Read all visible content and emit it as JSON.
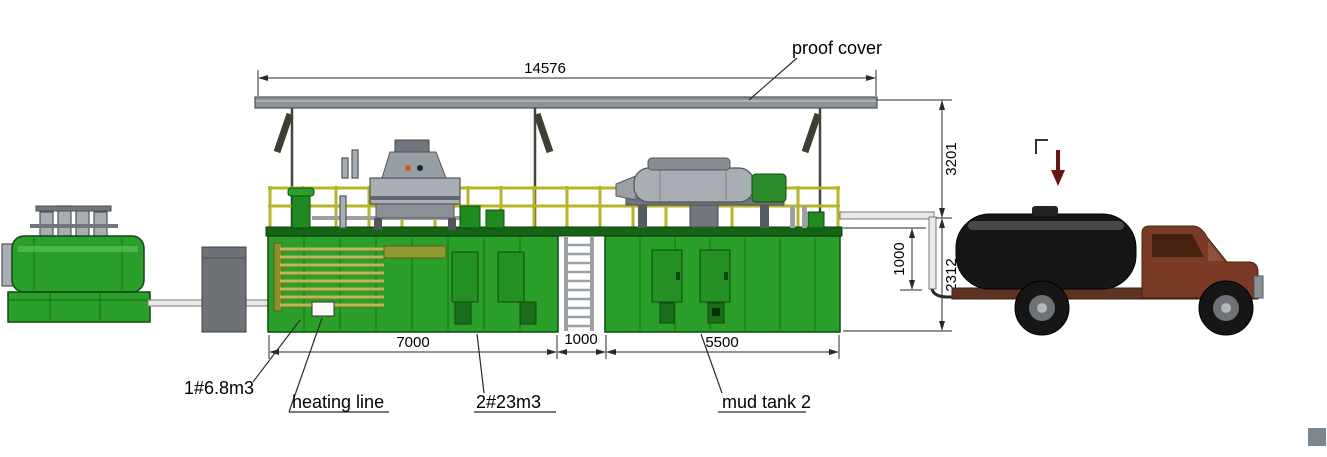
{
  "annotations": {
    "proof_cover": "proof cover",
    "tank1_capacity": "1#6.8m3",
    "heating_line": "heating line",
    "tank2_capacity": "2#23m3",
    "mud_tank_2": "mud tank 2"
  },
  "dimensions": {
    "overall_length": "14576",
    "tank1_length": "7000",
    "ladder_gap": "1000",
    "tank2_length": "5500",
    "cover_to_outlet": "3201",
    "outlet_drop": "1000",
    "tank_height": "2312"
  },
  "colors": {
    "tank_green": "#2aa02a",
    "dark_green": "#156415",
    "railing_yellow": "#b5b525",
    "cover_gray": "#8d9298",
    "equipment_gray": "#a8aeb4",
    "truck_tank_black": "#161616",
    "truck_cab_brown": "#7a3a26",
    "marker_red": "#6b1412",
    "corner_gray": "#7c8691",
    "line_black": "#2a2a2a"
  }
}
